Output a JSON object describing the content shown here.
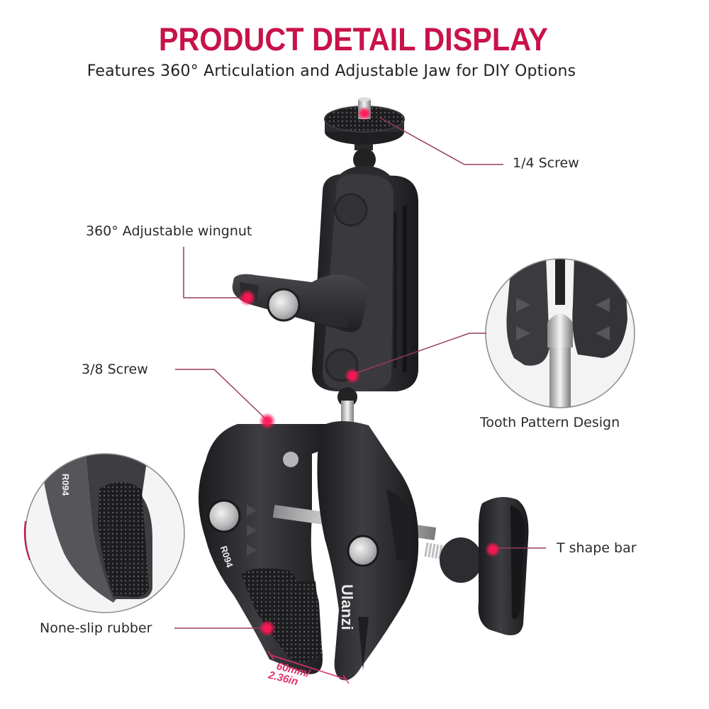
{
  "header": {
    "title": "PRODUCT DETAIL DISPLAY",
    "subtitle": "Features 360° Articulation and Adjustable Jaw for DIY Options"
  },
  "callouts": {
    "quarter_screw": "1/4 Screw",
    "wingnut": "360° Adjustable wingnut",
    "tooth_pattern": "Tooth Pattern Design",
    "three_eighths_screw": "3/8 Screw",
    "t_shape_bar": "T shape bar",
    "none_slip_rubber": "None-slip rubber"
  },
  "product": {
    "brand": "Ulanzi",
    "model": "R094",
    "jaw_opening_line1": "60mm/",
    "jaw_opening_line2": "2.36in"
  },
  "colors": {
    "accent": "#c8124a",
    "marker": "#e8104f",
    "leader_line": "#9a3a5c",
    "metal_dark": "#2b2b2e",
    "text": "#2a2a2a"
  }
}
